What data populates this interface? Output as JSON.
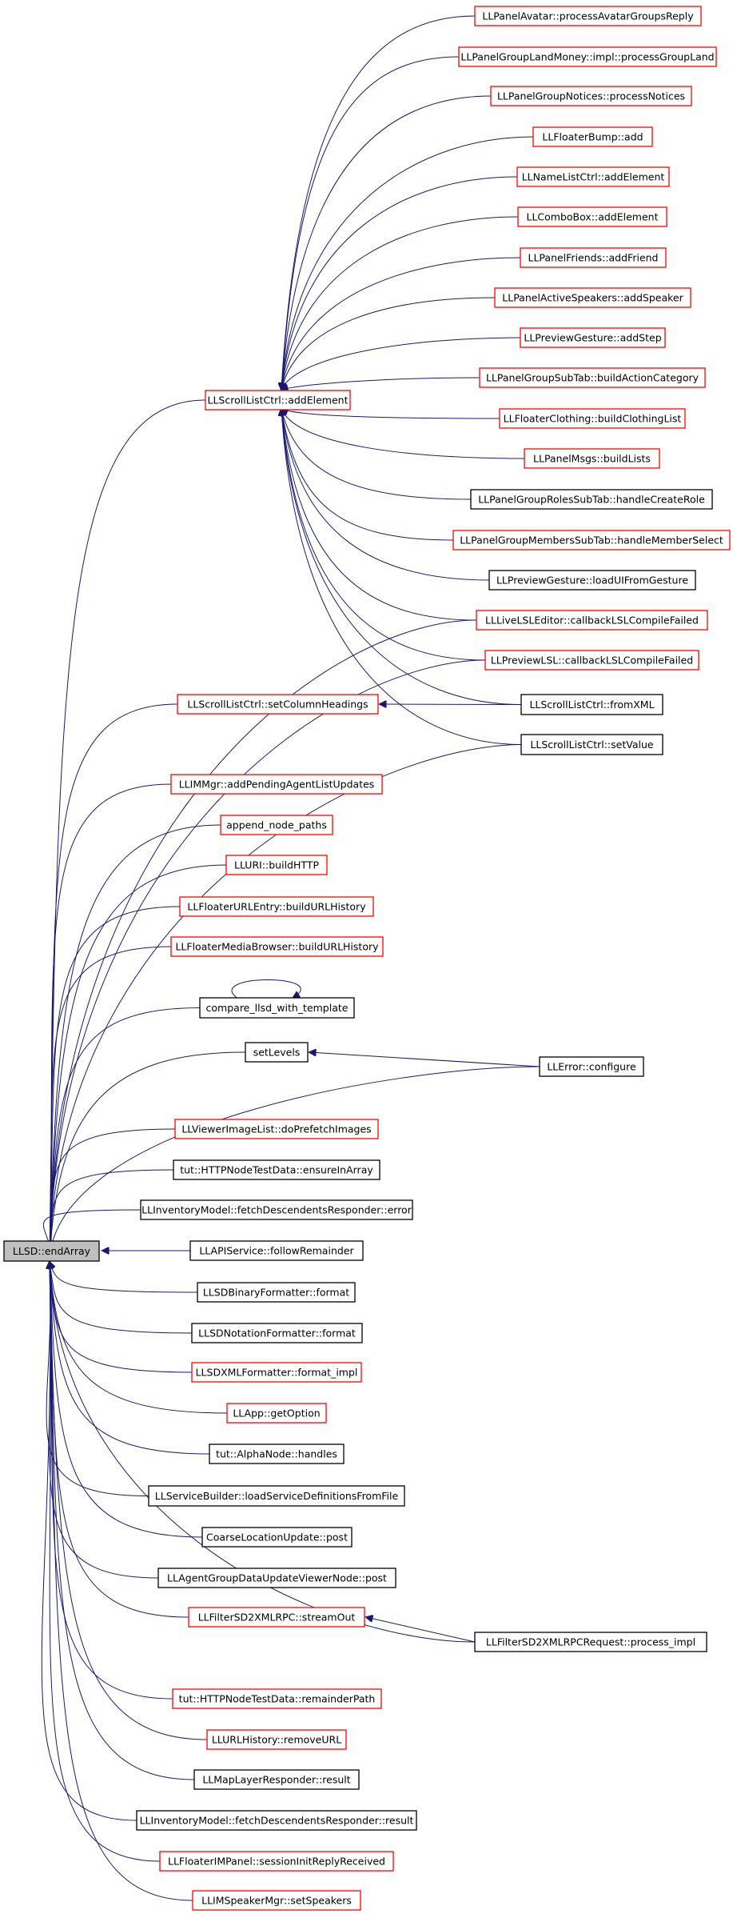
{
  "colors": {
    "edge": "#191970",
    "border_red": "#ff0000",
    "border_black": "#000000",
    "root_fill": "#bfbfbf",
    "node_fill": "#ffffff"
  },
  "nodes": [
    {
      "id": "root",
      "label": "LLSD::endArray",
      "border": "black",
      "fill": "gray",
      "interactable": false
    },
    {
      "id": "n1",
      "label": "LLPanelAvatar::processAvatarGroupsReply",
      "border": "red",
      "interactable": true
    },
    {
      "id": "n2",
      "label": "LLPanelGroupLandMoney::impl::processGroupLand",
      "border": "red",
      "interactable": true
    },
    {
      "id": "n3",
      "label": "LLPanelGroupNotices::processNotices",
      "border": "red",
      "interactable": true
    },
    {
      "id": "n4",
      "label": "LLFloaterBump::add",
      "border": "red",
      "interactable": true
    },
    {
      "id": "n5",
      "label": "LLNameListCtrl::addElement",
      "border": "red",
      "interactable": true
    },
    {
      "id": "n6",
      "label": "LLComboBox::addElement",
      "border": "red",
      "interactable": true
    },
    {
      "id": "n7",
      "label": "LLPanelFriends::addFriend",
      "border": "red",
      "interactable": true
    },
    {
      "id": "n8",
      "label": "LLPanelActiveSpeakers::addSpeaker",
      "border": "red",
      "interactable": true
    },
    {
      "id": "n9",
      "label": "LLPreviewGesture::addStep",
      "border": "red",
      "interactable": true
    },
    {
      "id": "n10",
      "label": "LLPanelGroupSubTab::buildActionCategory",
      "border": "red",
      "interactable": true
    },
    {
      "id": "n11",
      "label": "LLFloaterClothing::buildClothingList",
      "border": "red",
      "interactable": true
    },
    {
      "id": "n12",
      "label": "LLPanelMsgs::buildLists",
      "border": "red",
      "interactable": true
    },
    {
      "id": "n13",
      "label": "LLPanelGroupRolesSubTab::handleCreateRole",
      "border": "black",
      "interactable": true
    },
    {
      "id": "n14",
      "label": "LLPanelGroupMembersSubTab::handleMemberSelect",
      "border": "red",
      "interactable": true
    },
    {
      "id": "n15",
      "label": "LLPreviewGesture::loadUIFromGesture",
      "border": "black",
      "interactable": true
    },
    {
      "id": "n16",
      "label": "LLLiveLSLEditor::callbackLSLCompileFailed",
      "border": "red",
      "interactable": true
    },
    {
      "id": "n17",
      "label": "LLPreviewLSL::callbackLSLCompileFailed",
      "border": "red",
      "interactable": true
    },
    {
      "id": "n18",
      "label": "LLScrollListCtrl::fromXML",
      "border": "black",
      "interactable": true
    },
    {
      "id": "n19",
      "label": "LLScrollListCtrl::setValue",
      "border": "black",
      "interactable": true
    },
    {
      "id": "sle",
      "label": "LLScrollListCtrl::addElement",
      "border": "red",
      "interactable": true
    },
    {
      "id": "sch",
      "label": "LLScrollListCtrl::setColumnHeadings",
      "border": "red",
      "interactable": true
    },
    {
      "id": "c1",
      "label": "LLIMMgr::addPendingAgentListUpdates",
      "border": "red",
      "interactable": true
    },
    {
      "id": "c2",
      "label": "append_node_paths",
      "border": "red",
      "interactable": true
    },
    {
      "id": "c3",
      "label": "LLURI::buildHTTP",
      "border": "red",
      "interactable": true
    },
    {
      "id": "c4",
      "label": "LLFloaterURLEntry::buildURLHistory",
      "border": "red",
      "interactable": true
    },
    {
      "id": "c5",
      "label": "LLFloaterMediaBrowser::buildURLHistory",
      "border": "red",
      "interactable": true
    },
    {
      "id": "c6",
      "label": "compare_llsd_with_template",
      "border": "black",
      "interactable": true
    },
    {
      "id": "c7",
      "label": "setLevels",
      "border": "black",
      "interactable": true
    },
    {
      "id": "lle",
      "label": "LLError::configure",
      "border": "black",
      "interactable": true
    },
    {
      "id": "c8",
      "label": "LLViewerImageList::doPrefetchImages",
      "border": "red",
      "interactable": true
    },
    {
      "id": "c9",
      "label": "tut::HTTPNodeTestData::ensureInArray",
      "border": "black",
      "interactable": true
    },
    {
      "id": "c10",
      "label": "LLInventoryModel::fetchDescendentsResponder::error",
      "border": "black",
      "interactable": true
    },
    {
      "id": "c11",
      "label": "LLAPIService::followRemainder",
      "border": "black",
      "interactable": true
    },
    {
      "id": "c12",
      "label": "LLSDBinaryFormatter::format",
      "border": "black",
      "interactable": true
    },
    {
      "id": "c13",
      "label": "LLSDNotationFormatter::format",
      "border": "black",
      "interactable": true
    },
    {
      "id": "c14",
      "label": "LLSDXMLFormatter::format_impl",
      "border": "red",
      "interactable": true
    },
    {
      "id": "c15",
      "label": "LLApp::getOption",
      "border": "red",
      "interactable": true
    },
    {
      "id": "c16",
      "label": "tut::AlphaNode::handles",
      "border": "black",
      "interactable": true
    },
    {
      "id": "c17",
      "label": "LLServiceBuilder::loadServiceDefinitionsFromFile",
      "border": "black",
      "interactable": true
    },
    {
      "id": "c18",
      "label": "CoarseLocationUpdate::post",
      "border": "black",
      "interactable": true
    },
    {
      "id": "c19",
      "label": "LLAgentGroupDataUpdateViewerNode::post",
      "border": "black",
      "interactable": true
    },
    {
      "id": "c20",
      "label": "LLFilterSD2XMLRPC::streamOut",
      "border": "red",
      "interactable": true
    },
    {
      "id": "fpr",
      "label": "LLFilterSD2XMLRPCRequest::process_impl",
      "border": "black",
      "interactable": true
    },
    {
      "id": "c21",
      "label": "tut::HTTPNodeTestData::remainderPath",
      "border": "red",
      "interactable": true
    },
    {
      "id": "c22",
      "label": "LLURLHistory::removeURL",
      "border": "red",
      "interactable": true
    },
    {
      "id": "c23",
      "label": "LLMapLayerResponder::result",
      "border": "black",
      "interactable": true
    },
    {
      "id": "c24",
      "label": "LLInventoryModel::fetchDescendentsResponder::result",
      "border": "black",
      "interactable": true
    },
    {
      "id": "c25",
      "label": "LLFloaterIMPanel::sessionInitReplyReceived",
      "border": "red",
      "interactable": true
    },
    {
      "id": "c26",
      "label": "LLIMSpeakerMgr::setSpeakers",
      "border": "red",
      "interactable": true
    }
  ],
  "edges": [
    {
      "from": "sle",
      "to": "root"
    },
    {
      "from": "sch",
      "to": "root"
    },
    {
      "from": "n16",
      "to": "root"
    },
    {
      "from": "n17",
      "to": "root"
    },
    {
      "from": "n19",
      "to": "root"
    },
    {
      "from": "c1",
      "to": "root"
    },
    {
      "from": "c2",
      "to": "root"
    },
    {
      "from": "c3",
      "to": "root"
    },
    {
      "from": "c4",
      "to": "root"
    },
    {
      "from": "c5",
      "to": "root"
    },
    {
      "from": "c6",
      "to": "root"
    },
    {
      "from": "c7",
      "to": "root"
    },
    {
      "from": "lle",
      "to": "root"
    },
    {
      "from": "c8",
      "to": "root"
    },
    {
      "from": "c9",
      "to": "root"
    },
    {
      "from": "c10",
      "to": "root"
    },
    {
      "from": "c11",
      "to": "root"
    },
    {
      "from": "c12",
      "to": "root"
    },
    {
      "from": "c13",
      "to": "root"
    },
    {
      "from": "c14",
      "to": "root"
    },
    {
      "from": "c15",
      "to": "root"
    },
    {
      "from": "c16",
      "to": "root"
    },
    {
      "from": "c17",
      "to": "root"
    },
    {
      "from": "c18",
      "to": "root"
    },
    {
      "from": "c19",
      "to": "root"
    },
    {
      "from": "c20",
      "to": "root"
    },
    {
      "from": "fpr",
      "to": "root"
    },
    {
      "from": "c21",
      "to": "root"
    },
    {
      "from": "c22",
      "to": "root"
    },
    {
      "from": "c23",
      "to": "root"
    },
    {
      "from": "c24",
      "to": "root"
    },
    {
      "from": "c25",
      "to": "root"
    },
    {
      "from": "c26",
      "to": "root"
    },
    {
      "from": "n1",
      "to": "sle"
    },
    {
      "from": "n2",
      "to": "sle"
    },
    {
      "from": "n3",
      "to": "sle"
    },
    {
      "from": "n4",
      "to": "sle"
    },
    {
      "from": "n5",
      "to": "sle"
    },
    {
      "from": "n6",
      "to": "sle"
    },
    {
      "from": "n7",
      "to": "sle"
    },
    {
      "from": "n8",
      "to": "sle"
    },
    {
      "from": "n9",
      "to": "sle"
    },
    {
      "from": "n10",
      "to": "sle"
    },
    {
      "from": "n11",
      "to": "sle"
    },
    {
      "from": "n12",
      "to": "sle"
    },
    {
      "from": "n13",
      "to": "sle"
    },
    {
      "from": "n14",
      "to": "sle"
    },
    {
      "from": "n15",
      "to": "sle"
    },
    {
      "from": "n16",
      "to": "sle"
    },
    {
      "from": "n17",
      "to": "sle"
    },
    {
      "from": "n18",
      "to": "sle"
    },
    {
      "from": "n19",
      "to": "sle"
    },
    {
      "from": "n18",
      "to": "sch"
    },
    {
      "from": "lle",
      "to": "c7"
    },
    {
      "from": "fpr",
      "to": "c20"
    },
    {
      "from": "c6",
      "to": "c6"
    }
  ]
}
